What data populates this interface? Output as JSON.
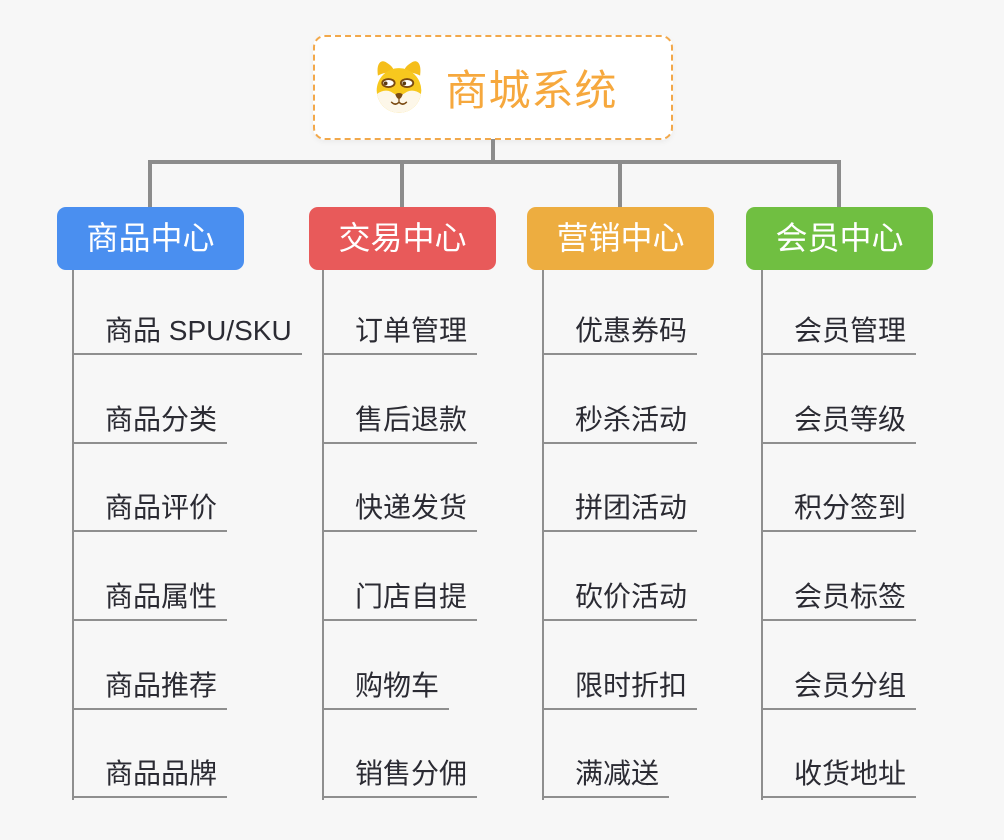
{
  "root": {
    "title": "商城系统",
    "icon": "dog-face-icon"
  },
  "colors": {
    "root_border": "#F2A84A",
    "root_text": "#F6A83D",
    "connector": "#8C8C8C",
    "leaf_line": "#8F8F8F",
    "leaf_text": "#2B2B33",
    "background": "#F7F7F7"
  },
  "branches": [
    {
      "label": "商品中心",
      "color": "#4A8FF0",
      "items": [
        "商品 SPU/SKU",
        "商品分类",
        "商品评价",
        "商品属性",
        "商品推荐",
        "商品品牌"
      ]
    },
    {
      "label": "交易中心",
      "color": "#E85A5A",
      "items": [
        "订单管理",
        "售后退款",
        "快递发货",
        "门店自提",
        "购物车",
        "销售分佣"
      ]
    },
    {
      "label": "营销中心",
      "color": "#EDAD40",
      "items": [
        "优惠券码",
        "秒杀活动",
        "拼团活动",
        "砍价活动",
        "限时折扣",
        "满减送"
      ]
    },
    {
      "label": "会员中心",
      "color": "#70BF41",
      "items": [
        "会员管理",
        "会员等级",
        "积分签到",
        "会员标签",
        "会员分组",
        "收货地址"
      ]
    }
  ]
}
